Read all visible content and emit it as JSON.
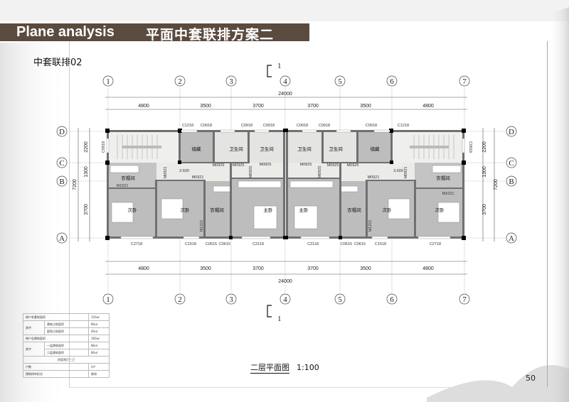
{
  "header": {
    "title_en": "Plane analysis",
    "title_cn": "平面中套联排方案二"
  },
  "subtitle": "中套联排02",
  "page_number": "50",
  "plan": {
    "title": "二层平面图",
    "scale": "1:100",
    "section_mark": "1",
    "axes_x": [
      "1",
      "2",
      "3",
      "4",
      "5",
      "6",
      "7"
    ],
    "axes_y": [
      "D",
      "C",
      "B",
      "A"
    ],
    "dims_x": [
      "4800",
      "3500",
      "3700",
      "3700",
      "3500",
      "4800"
    ],
    "dims_total": "24000",
    "dims_y": [
      "2200",
      "1300",
      "3700"
    ],
    "dims_y_total": "7200",
    "elevation": "3.600",
    "rooms_left": [
      "储藏",
      "卫生间",
      "卫生间",
      "衣帽间",
      "次卧",
      "次卧",
      "衣帽间",
      "主卧"
    ],
    "rooms_right": [
      "卫生间",
      "卫生间",
      "储藏",
      "衣帽间",
      "次卧",
      "次卧",
      "衣帽间",
      "主卧"
    ],
    "openings_top": [
      "C1218",
      "C0918",
      "C0918",
      "C0918",
      "C0918",
      "C0918",
      "C0918",
      "C1218"
    ],
    "openings_bottom": [
      "C2718",
      "C1518",
      "C0615",
      "C0615",
      "C2118",
      "C2118",
      "C0615",
      "C0615",
      "C1518",
      "C2718"
    ],
    "openings_side": "C0918",
    "doors": {
      "m0921": "M0921",
      "m0925": "M0925",
      "m0825": "M0825",
      "m1021": "M1021",
      "m1221": "M1221"
    }
  },
  "area_table": {
    "rows": [
      {
        "label": "单户宅基地面积",
        "value": "120㎡"
      },
      {
        "group": "其中",
        "label": "建筑占地面积",
        "value": "80㎡"
      },
      {
        "label": "庭院占地面积",
        "value": "40㎡"
      },
      {
        "label": "单户总建筑面积",
        "value": "160㎡"
      },
      {
        "group": "其中",
        "label": "一层建筑面积",
        "value": "80㎡"
      },
      {
        "label": "二层建筑面积",
        "value": "80㎡"
      },
      {
        "label": "四室两厅三卫"
      },
      {
        "label": "户数",
        "value": "2户"
      },
      {
        "label": "建筑排布形式",
        "value": "联排"
      }
    ]
  },
  "colors": {
    "header": "#5b4a3e",
    "wall": "#707070",
    "room_dark": "#bdbdbd",
    "room_light": "#e6e6e4"
  }
}
